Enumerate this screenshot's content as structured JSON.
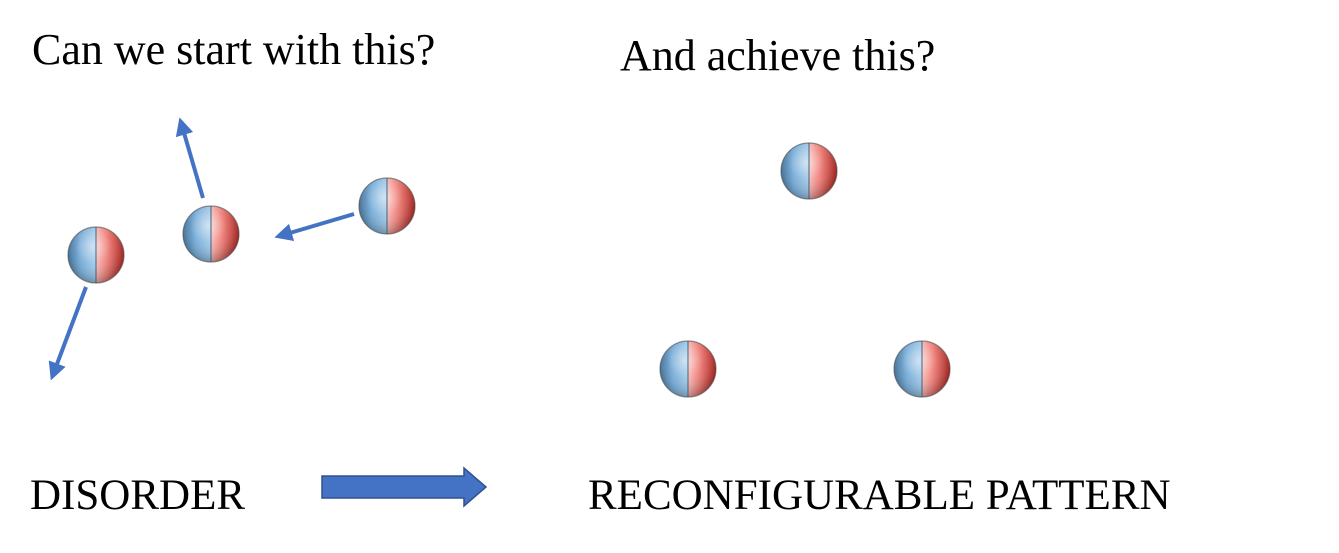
{
  "questions": {
    "left": "Can we start with this?",
    "right": "And achieve this?"
  },
  "labels": {
    "disorder": "DISORDER",
    "pattern": "RECONFIGURABLE PATTERN"
  },
  "colors": {
    "particle_blue": "#5b93c4",
    "particle_red": "#d8332e",
    "arrow_blue": "#4472c4"
  }
}
